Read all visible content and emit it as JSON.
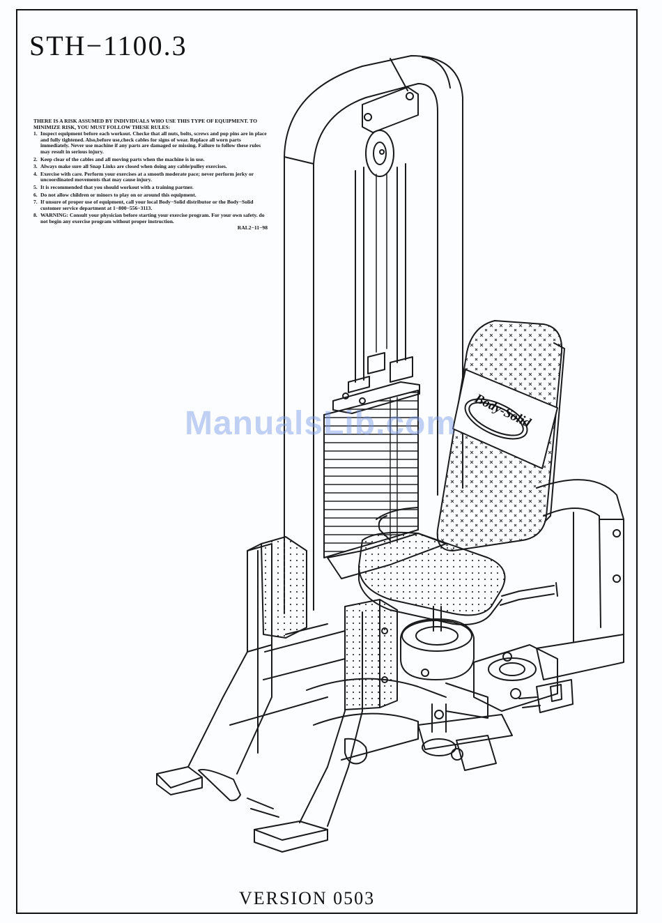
{
  "model_title": "STH−1100.3",
  "warning": {
    "intro": "THERE IS A RISK ASSUMED BY INDIVIDUALS WHO USE THIS TYPE OF EQUIPMENT. TO MINIMIZE RISK, YOU MUST FOLLOW THESE RULES:",
    "items": [
      {
        "num": "1.",
        "text": "Inspect equipment before each workout. Checke that all nuts, bolts, screws and pop pins are in place and fully tightened. Also,before use,check cables for signs of wear. Replace all worn parts immediately. Never use machine if any parts are damaged or missing. Failure to follow these rules may result in serious injury."
      },
      {
        "num": "2.",
        "text": "Keep clear of the cables and all moving parts when the machine is in use."
      },
      {
        "num": "3.",
        "text": "Always make sure all Snap Links are closed when doing any cable/pulley exercises."
      },
      {
        "num": "4.",
        "text": "Exercise with care. Perform your exercises at a smooth moderate pace; never perform jerky or uncoordinated movements that may cause injury."
      },
      {
        "num": "5.",
        "text": "It is recommended that you should workout with a training partner."
      },
      {
        "num": "6.",
        "text": "Do not allow children or minors to play on or around this equipment."
      },
      {
        "num": "7.",
        "text": "If unsure of proper use of equipment, call your local Body−Solid distributor or the Body−Solid customer service department at 1−800−556−3113."
      },
      {
        "num": "8.",
        "text": "WARNING: Consult your physician before starting your exercise program. For your own safety. do not begin any exercise program without proper instruction."
      }
    ],
    "code": "RAL2−11−98"
  },
  "brand_label": "Body-Solid",
  "watermark": "ManualsLib.com",
  "version": "VERSION  0503"
}
